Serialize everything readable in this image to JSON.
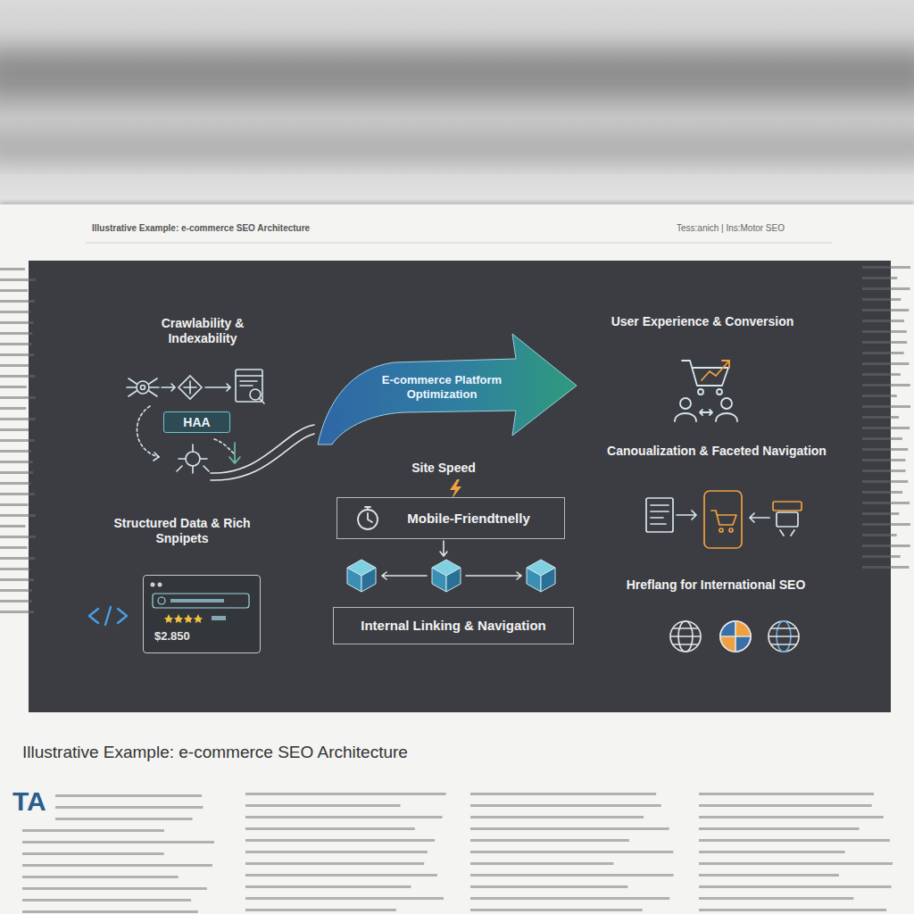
{
  "diagram": {
    "caption": "Illustrative Example: e-commerce SEO Architecture",
    "nodes": [
      {
        "text": [
          "HAA"
        ]
      },
      {
        "text": [
          "E-commerce Platform Optimization"
        ]
      },
      {
        "text": [
          "Mobile-Friendtnelly"
        ]
      },
      {
        "text": [
          "Internal Linking & Navigation"
        ]
      },
      {
        "text": [
          "$2.850"
        ]
      }
    ],
    "labels": [
      "Illustrative Example: e-commerce SEO Architecture",
      "Tess:anich | Ins:Motor SEO",
      "Crawlability & Indexability",
      "User Experience & Conversion",
      "Site Speed",
      "Structured Data & Rich Snpipets",
      "Canoualization & Faceted Navigation",
      "Hreflang for International SEO",
      "TA"
    ]
  }
}
